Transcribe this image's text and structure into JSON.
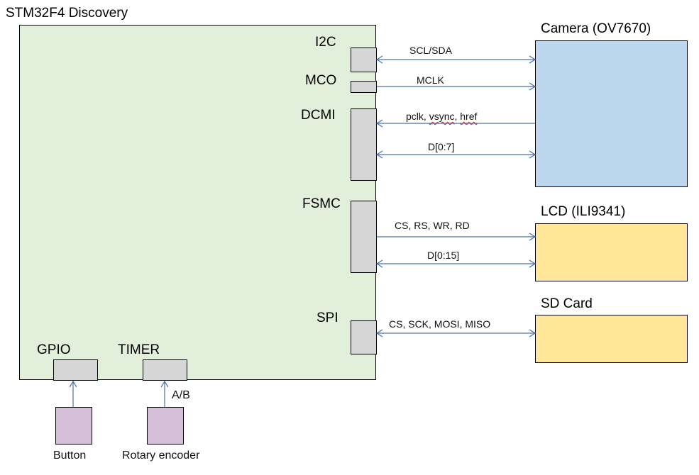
{
  "board": {
    "title": "STM32F4 Discovery",
    "ports": {
      "i2c": "I2C",
      "mco": "MCO",
      "dcmi": "DCMI",
      "fsmc": "FSMC",
      "spi": "SPI",
      "gpio": "GPIO",
      "timer": "TIMER"
    }
  },
  "devices": {
    "camera": "Camera (OV7670)",
    "lcd": "LCD (ILI9341)",
    "sd": "SD Card",
    "button": "Button",
    "encoder": "Rotary encoder"
  },
  "signals": {
    "scl_sda": "SCL/SDA",
    "mclk": "MCLK",
    "dcmi_ctrl_a": "pclk, ",
    "dcmi_ctrl_b": "vsync",
    "dcmi_ctrl_c": ", ",
    "dcmi_ctrl_d": "href",
    "dcmi_data": "D[0:7]",
    "lcd_ctrl": "CS, RS, WR, RD",
    "lcd_data": "D[0:15]",
    "spi_bus": "CS, SCK, MOSI, MISO",
    "encoder_ab": "A/B"
  },
  "colors": {
    "board": "#e2efda",
    "port": "#d6d6d6",
    "camera": "#bdd7ee",
    "lcd_sd": "#ffe699",
    "inputs": "#d5c0da",
    "wire": "#4a6fa5"
  }
}
